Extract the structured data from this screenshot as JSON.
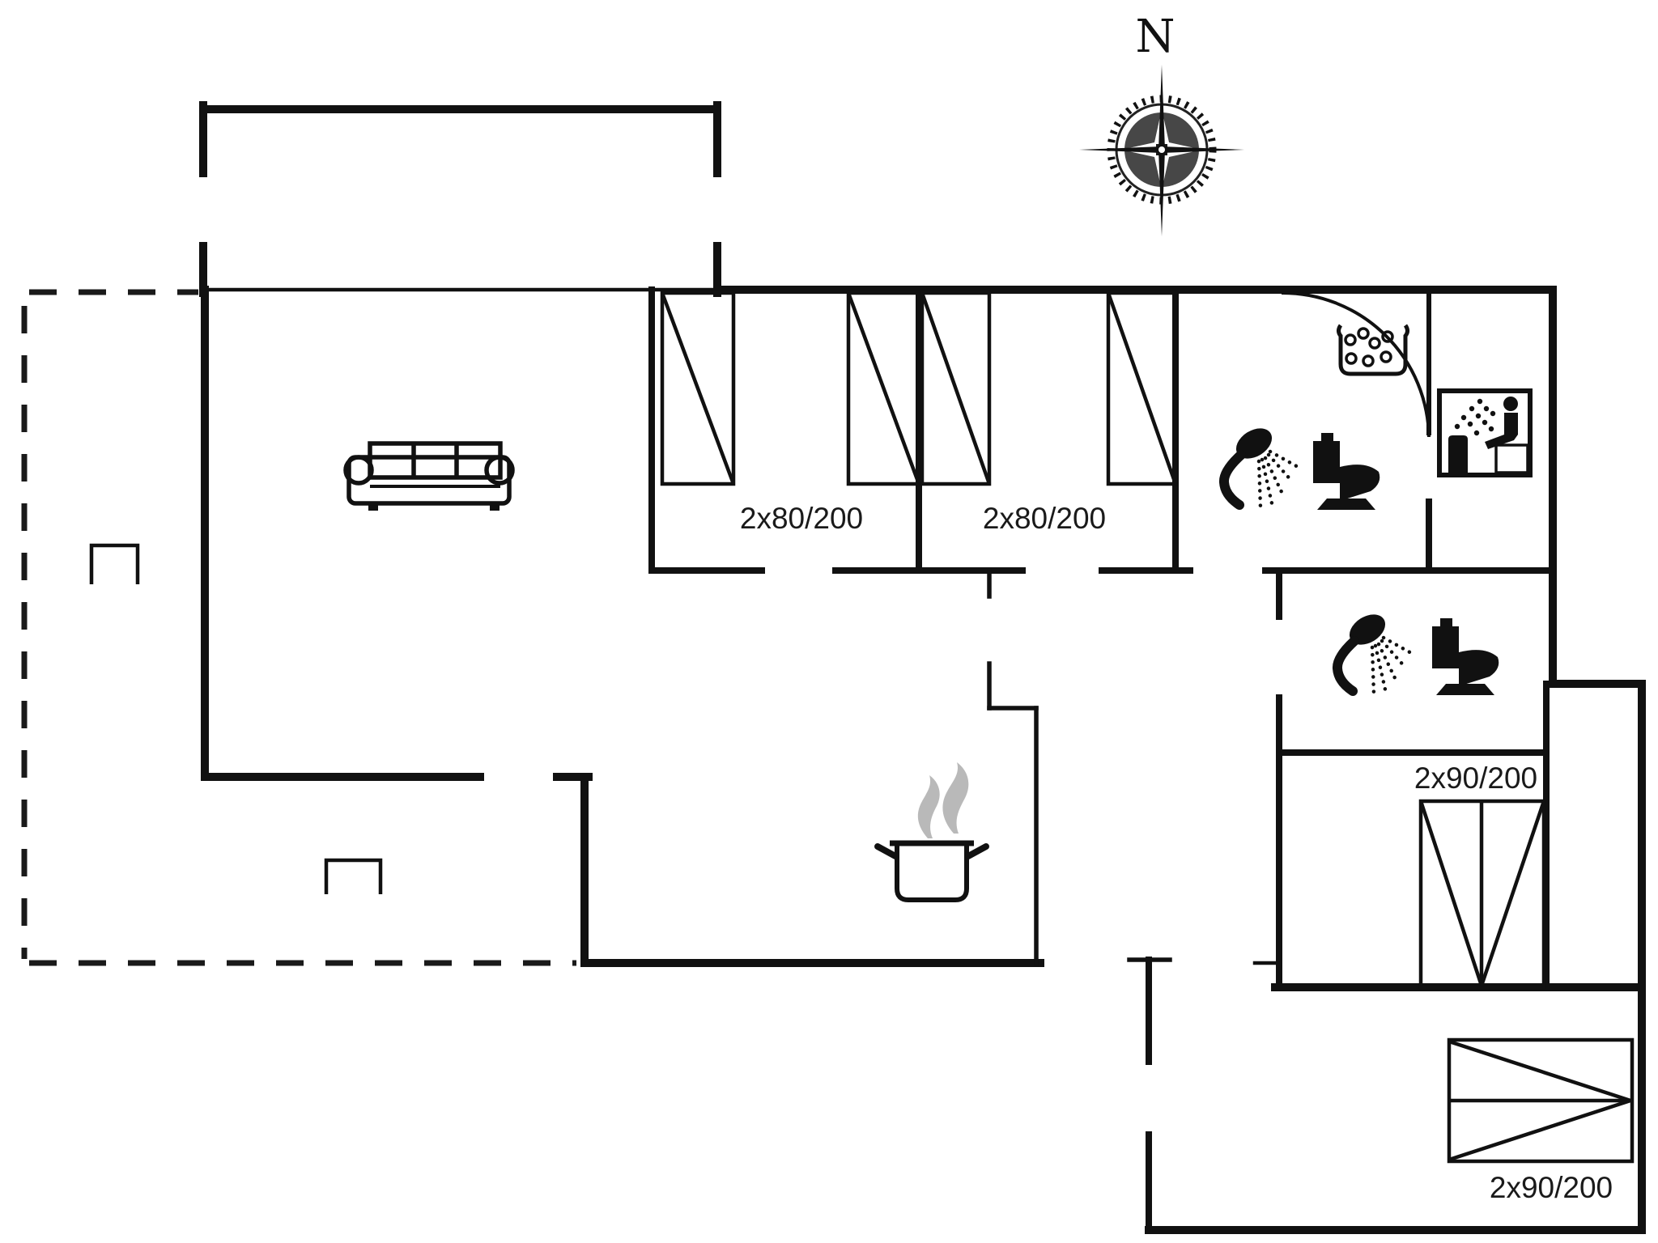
{
  "plan": {
    "type": "holiday-house-floor-plan",
    "background": "#ffffff",
    "line_color": "#111111",
    "steam_color": "#b9b9b9"
  },
  "compass": {
    "north_label": "N"
  },
  "rooms": {
    "bedroom1": {
      "bed_label": "2x80/200"
    },
    "bedroom2": {
      "bed_label": "2x80/200"
    },
    "bedroom3": {
      "bed_label": "2x90/200"
    },
    "bedroom4": {
      "bed_label": "2x90/200"
    }
  },
  "icons": {
    "compass_rose": "compass-rose-icon",
    "sofa": "sofa-icon",
    "cooking_pot": "cooking-pot-icon",
    "steam": "steam-icon",
    "shower": "shower-icon",
    "toilet": "toilet-icon",
    "whirlpool": "whirlpool-icon",
    "sauna": "sauna-icon",
    "single_bed": "bed-icon",
    "terrace_table": "terrace-table-icon",
    "door_swing": "door-swing-arc-icon"
  }
}
